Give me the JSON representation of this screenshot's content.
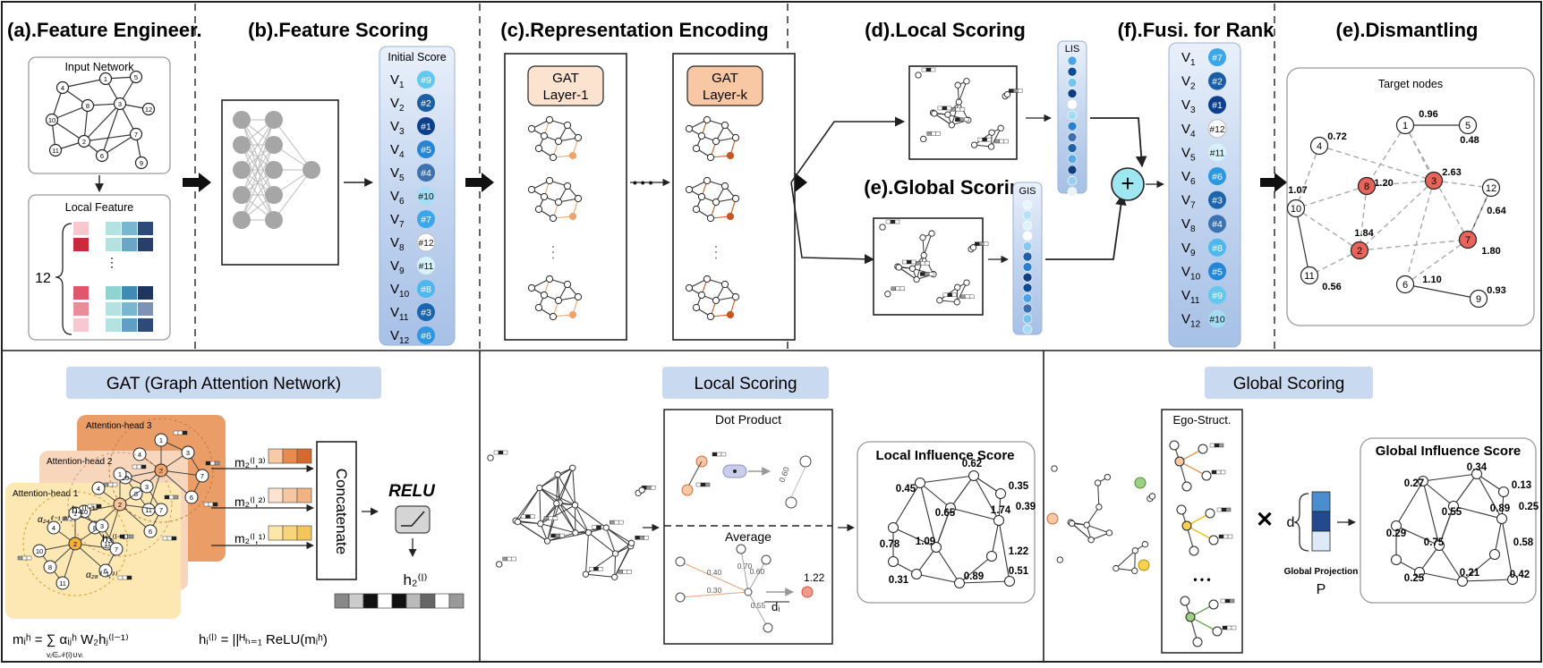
{
  "top_panels": {
    "a_title": "(a).Feature Engineer.",
    "b_title": "(b).Feature Scoring",
    "c_title": "(c).Representation Encoding",
    "d_title": "(d).Local Scoring",
    "e_global_title": "(e).Global Scoring",
    "f_title": "(f).Fusi. for Rank",
    "e_dismantle_title": "(e).Dismantling"
  },
  "panel_a": {
    "input_network_label": "Input Network",
    "local_feature_label": "Local Feature",
    "feature_count": "12",
    "network_nodes": [
      "1",
      "2",
      "3",
      "4",
      "5",
      "6",
      "7",
      "8",
      "9",
      "10",
      "11",
      "12"
    ],
    "vdots": "⋮"
  },
  "panel_b": {
    "initial_score_label": "Initial Score",
    "rows": [
      {
        "v": "V",
        "sub": "1",
        "rank": "#9",
        "color": "#63c7ee"
      },
      {
        "v": "V",
        "sub": "2",
        "rank": "#2",
        "color": "#1a5fa6"
      },
      {
        "v": "V",
        "sub": "3",
        "rank": "#1",
        "color": "#0d3f8c"
      },
      {
        "v": "V",
        "sub": "4",
        "rank": "#5",
        "color": "#2386d9"
      },
      {
        "v": "V",
        "sub": "5",
        "rank": "#4",
        "color": "#3d72b0"
      },
      {
        "v": "V",
        "sub": "6",
        "rank": "#10",
        "color": "#a4def5"
      },
      {
        "v": "V",
        "sub": "7",
        "rank": "#7",
        "color": "#3ba6ea"
      },
      {
        "v": "V",
        "sub": "8",
        "rank": "#12",
        "color": "#ffffff"
      },
      {
        "v": "V",
        "sub": "9",
        "rank": "#11",
        "color": "#d8f2fb"
      },
      {
        "v": "V",
        "sub": "10",
        "rank": "#8",
        "color": "#4db7ee"
      },
      {
        "v": "V",
        "sub": "11",
        "rank": "#3",
        "color": "#1c64ad"
      },
      {
        "v": "V",
        "sub": "12",
        "rank": "#6",
        "color": "#2b98e3"
      }
    ]
  },
  "panel_c": {
    "gat_layer_1": [
      "GAT",
      "Layer-1"
    ],
    "gat_layer_k": [
      "GAT",
      "Layer-k"
    ],
    "dots": "• • •",
    "vdots": "⋮"
  },
  "panel_d": {
    "lis_label": "LIS"
  },
  "panel_e_global": {
    "gis_label": "GIS"
  },
  "panel_f": {
    "plus": "+",
    "rows": [
      {
        "v": "V",
        "sub": "1",
        "rank": "#7",
        "color": "#3ba6ea"
      },
      {
        "v": "V",
        "sub": "2",
        "rank": "#2",
        "color": "#1a5fa6"
      },
      {
        "v": "V",
        "sub": "3",
        "rank": "#1",
        "color": "#0d3f8c"
      },
      {
        "v": "V",
        "sub": "4",
        "rank": "#12",
        "color": "#ffffff"
      },
      {
        "v": "V",
        "sub": "5",
        "rank": "#11",
        "color": "#d8f2fb"
      },
      {
        "v": "V",
        "sub": "6",
        "rank": "#6",
        "color": "#2b98e3"
      },
      {
        "v": "V",
        "sub": "7",
        "rank": "#3",
        "color": "#1c64ad"
      },
      {
        "v": "V",
        "sub": "8",
        "rank": "#4",
        "color": "#3d72b0"
      },
      {
        "v": "V",
        "sub": "9",
        "rank": "#8",
        "color": "#4db7ee"
      },
      {
        "v": "V",
        "sub": "10",
        "rank": "#5",
        "color": "#2386d9"
      },
      {
        "v": "V",
        "sub": "11",
        "rank": "#9",
        "color": "#63c7ee"
      },
      {
        "v": "V",
        "sub": "12",
        "rank": "#10",
        "color": "#a4def5"
      }
    ]
  },
  "panel_dismantling": {
    "target_nodes_label": "Target nodes",
    "nodes": [
      "1",
      "2",
      "3",
      "4",
      "5",
      "6",
      "7",
      "8",
      "9",
      "10",
      "11",
      "12"
    ],
    "values": [
      "0.96",
      "0.72",
      "0.48",
      "2.63",
      "1.20",
      "1.07",
      "0.64",
      "1.84",
      "1.80",
      "1.10",
      "0.56",
      "0.93"
    ]
  },
  "bottom_gat": {
    "title": "GAT (Graph Attention Network)",
    "head_3": "Attention-head 3",
    "head_2": "Attention-head 2",
    "head_1": "Attention-head 1",
    "m3": "m₂⁽ˡ,³⁾",
    "m2": "m₂⁽ˡ,²⁾",
    "m1": "m₂⁽ˡ,¹⁾",
    "concatenate": "Concatenate",
    "relu": "RELU",
    "h_out": "h₂⁽ˡ⁾",
    "formula_m": "mᵢʰ =  ∑  αᵢⱼʰ W₂hⱼ⁽ˡ⁻¹⁾",
    "formula_m_sub": "vⱼ∈𝒩(i)∪vᵢ",
    "formula_h": "hᵢ⁽ˡ⁾ = ||ᴴₕ₌₁ ReLU(mᵢʰ)",
    "h4": "h₄⁽ˡ⁻¹⁾",
    "h3": "h₃⁽ˡ⁻¹⁾",
    "alpha24": "α₂₄⁽ˡ⁻¹,³⁾",
    "alpha28": "α₂₈⁽ˡ⁻¹,³⁾",
    "head_nodes": [
      "1",
      "2",
      "3",
      "7",
      "10",
      "6",
      "11",
      "4",
      "8"
    ]
  },
  "bottom_local": {
    "title": "Local Scoring",
    "dot_product": "Dot Product",
    "average": "Average",
    "dot_val": "0.60",
    "avg_vals": [
      "0.40",
      "0.70",
      "0.60",
      "0.30",
      "0.55"
    ],
    "d_label": "dᵢ",
    "avg_result": "1.22",
    "result_title": "Local Influence Score",
    "result_values": [
      "0.45",
      "0.62",
      "0.35",
      "0.39",
      "0.65",
      "1.74",
      "0.78",
      "1.09",
      "1.22",
      "0.89",
      "0.31",
      "0.51"
    ]
  },
  "bottom_global": {
    "title": "Global Scoring",
    "ego_struct": "Ego-Struct.",
    "dots": "• • •",
    "times": "✕",
    "d_label": "d",
    "projection_label": "Global Projection",
    "projection_symbol": "P",
    "result_title": "Global Influence Score",
    "result_values": [
      "0.27",
      "0.34",
      "0.13",
      "0.55",
      "0.89",
      "0.25",
      "0.29",
      "0.75",
      "0.58",
      "0.21",
      "0.25",
      "0.42"
    ]
  },
  "colors": {
    "title_box": "#c9d9ef",
    "gat_layer": "#fbe3cf",
    "score_column": "#c5d6ef",
    "red_node": "#e8645a",
    "orange_edge": "#e0935a",
    "accent_cyan": "#9ee6f0"
  }
}
